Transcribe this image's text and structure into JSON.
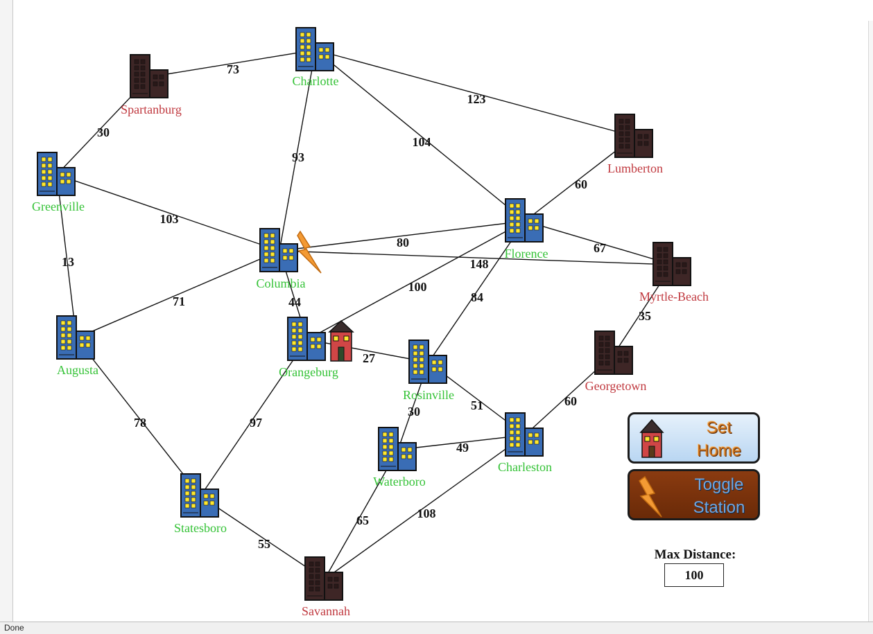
{
  "map": {
    "cities": [
      {
        "id": "charlotte",
        "name": "Charlotte",
        "status": "green"
      },
      {
        "id": "spartanburg",
        "name": "Spartanburg",
        "status": "red"
      },
      {
        "id": "greenville",
        "name": "Greenville",
        "status": "green"
      },
      {
        "id": "columbia",
        "name": "Columbia",
        "status": "green"
      },
      {
        "id": "augusta",
        "name": "Augusta",
        "status": "green"
      },
      {
        "id": "orangeburg",
        "name": "Orangeburg",
        "status": "green"
      },
      {
        "id": "statesboro",
        "name": "Statesboro",
        "status": "green"
      },
      {
        "id": "savannah",
        "name": "Savannah",
        "status": "red"
      },
      {
        "id": "waterboro",
        "name": "Waterboro",
        "status": "green"
      },
      {
        "id": "rosinville",
        "name": "Rosinville",
        "status": "green"
      },
      {
        "id": "charleston",
        "name": "Charleston",
        "status": "green"
      },
      {
        "id": "florence",
        "name": "Florence",
        "status": "green"
      },
      {
        "id": "lumberton",
        "name": "Lumberton",
        "status": "red"
      },
      {
        "id": "myrtle_beach",
        "name": "Myrtle-Beach",
        "status": "red"
      },
      {
        "id": "georgetown",
        "name": "Georgetown",
        "status": "red"
      }
    ],
    "edges": [
      {
        "from": "spartanburg",
        "to": "charlotte",
        "distance": "73"
      },
      {
        "from": "greenville",
        "to": "spartanburg",
        "distance": "30"
      },
      {
        "from": "charlotte",
        "to": "lumberton",
        "distance": "123"
      },
      {
        "from": "charlotte",
        "to": "florence",
        "distance": "104"
      },
      {
        "from": "charlotte",
        "to": "columbia",
        "distance": "93"
      },
      {
        "from": "greenville",
        "to": "columbia",
        "distance": "103"
      },
      {
        "from": "florence",
        "to": "lumberton",
        "distance": "60"
      },
      {
        "from": "greenville",
        "to": "augusta",
        "distance": "13"
      },
      {
        "from": "columbia",
        "to": "florence",
        "distance": "80"
      },
      {
        "from": "florence",
        "to": "myrtle_beach",
        "distance": "67"
      },
      {
        "from": "columbia",
        "to": "myrtle_beach",
        "distance": "148"
      },
      {
        "from": "augusta",
        "to": "columbia",
        "distance": "71"
      },
      {
        "from": "columbia",
        "to": "orangeburg",
        "distance": "44"
      },
      {
        "from": "orangeburg",
        "to": "florence",
        "distance": "100"
      },
      {
        "from": "florence",
        "to": "rosinville",
        "distance": "84"
      },
      {
        "from": "myrtle_beach",
        "to": "georgetown",
        "distance": "35"
      },
      {
        "from": "orangeburg",
        "to": "rosinville",
        "distance": "27"
      },
      {
        "from": "rosinville",
        "to": "charleston",
        "distance": "51"
      },
      {
        "from": "georgetown",
        "to": "charleston",
        "distance": "60"
      },
      {
        "from": "augusta",
        "to": "statesboro",
        "distance": "78"
      },
      {
        "from": "orangeburg",
        "to": "statesboro",
        "distance": "97"
      },
      {
        "from": "rosinville",
        "to": "waterboro",
        "distance": "30"
      },
      {
        "from": "waterboro",
        "to": "charleston",
        "distance": "49"
      },
      {
        "from": "statesboro",
        "to": "savannah",
        "distance": "55"
      },
      {
        "from": "waterboro",
        "to": "savannah",
        "distance": "65"
      },
      {
        "from": "charleston",
        "to": "savannah",
        "distance": "108"
      }
    ],
    "home_city": "orangeburg",
    "station_city": "columbia"
  },
  "controls": {
    "set_home_label_line1": "Set",
    "set_home_label_line2": "Home",
    "toggle_station_label_line1": "Toggle",
    "toggle_station_label_line2": "Station",
    "max_distance_label": "Max Distance:",
    "max_distance_value": "100"
  },
  "status_bar": {
    "text": "Done"
  },
  "colors": {
    "active_city_label": "#34c236",
    "inactive_city_label": "#c0393f",
    "active_building": "#3a6db5",
    "inactive_building": "#3e2626",
    "window_lit": "#ffe82e",
    "station_bolt": "#f39a34",
    "house_wall": "#d04646",
    "set_home_button_bg": "#c8e0f6",
    "toggle_station_button_bg": "#7a330c"
  }
}
